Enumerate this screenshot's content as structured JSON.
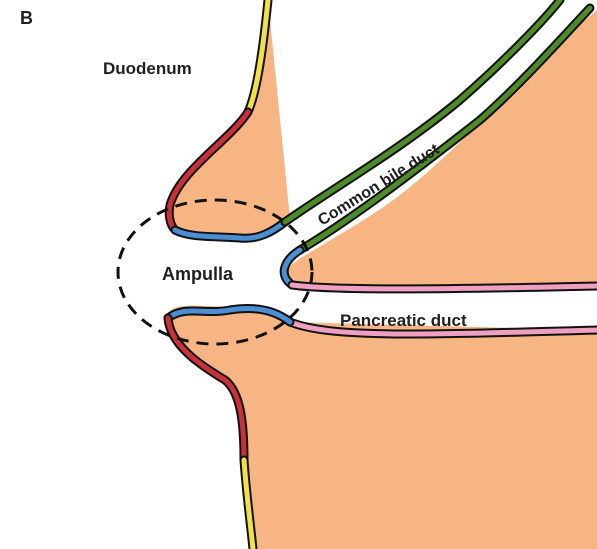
{
  "panel_label": "B",
  "labels": {
    "duodenum": "Duodenum",
    "ampulla": "Ampulla",
    "common_bile_duct": "Common bile duct",
    "pancreatic_duct": "Pancreatic duct"
  },
  "colors": {
    "tissue": "#f6b582",
    "lumen": "#ffffff",
    "duodenal_wall_outer": "#f1e04a",
    "duodenal_wall_inner": "#c8303a",
    "ampulla_wall": "#4a8fd4",
    "bile_duct_wall": "#4e8a2a",
    "pancreatic_duct_wall": "#ef9fc0",
    "outline": "#111111"
  }
}
